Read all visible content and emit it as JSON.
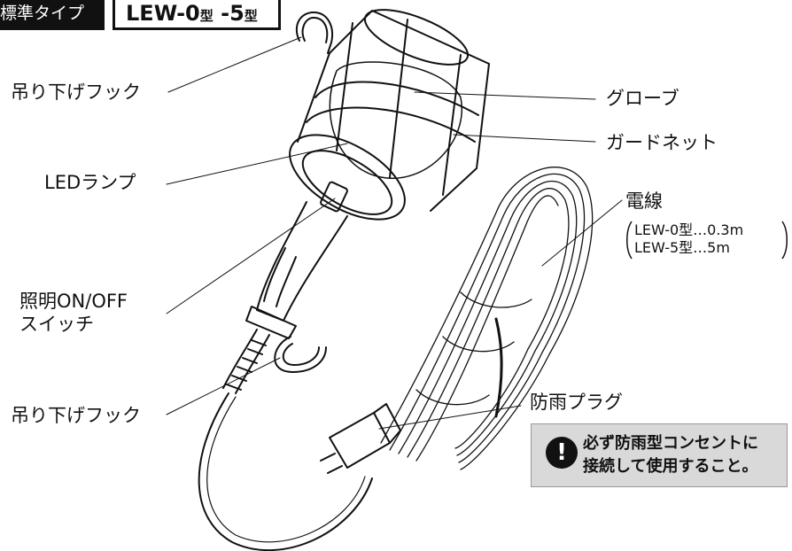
{
  "header": {
    "type_label": "標準タイプ",
    "model_part1": "LEW-0",
    "model_kata1": "型",
    "model_part2": " -5",
    "model_kata2": "型"
  },
  "labels": {
    "hook_top": "吊り下げフック",
    "led_lamp": "LEDランプ",
    "switch_line1": "照明ON/OFF",
    "switch_line2": "スイッチ",
    "hook_bottom": "吊り下げフック",
    "globe": "グローブ",
    "guard_net": "ガードネット",
    "wire": "電線",
    "rain_plug": "防雨プラグ"
  },
  "wire_spec": {
    "line1": "LEW-0型…0.3m",
    "line2": "LEW-5型…5m"
  },
  "notice": {
    "icon": "!",
    "line1": "必ず防雨型コンセントに",
    "line2": "接続して使用すること。"
  },
  "colors": {
    "line": "#111111",
    "notice_bg": "#d9d9d9",
    "header_bg": "#111111"
  }
}
